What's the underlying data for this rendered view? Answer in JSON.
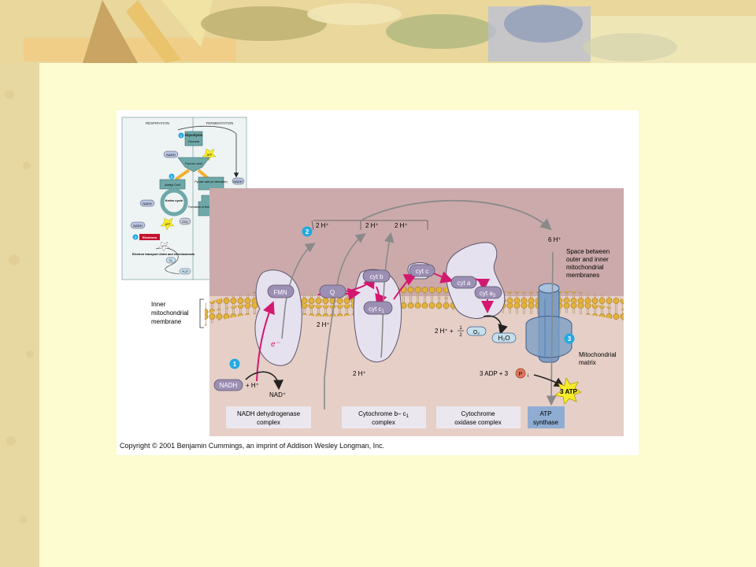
{
  "copyright": "Copyright © 2001 Benjamin Cummings, an imprint of Addison Wesley Longman, Inc.",
  "inset": {
    "respiration_label": "RESPIRATION",
    "fermentation_label": "FERMENTATION",
    "glycolysis": "Glycolysis",
    "glucose": "Glucose",
    "pyruvic_acid": "Pyruvic acid",
    "acetyl_coa": "Acetyl CoA",
    "krebs": "Krebs cycle",
    "pyruvic_derivative": "Pyruvic acid (or derivative)",
    "fermentation": "Fermentation",
    "formation": "Formation of fermentation end-products",
    "electrons": "Electrons",
    "etc": "Electron transport chain and chemiosmosis",
    "nadh": "NADH",
    "atp": "ATP",
    "co2": "CO₂",
    "o2": "O₂",
    "h2o": "H₂O",
    "step1": "1",
    "step2": "2",
    "step3": "3"
  },
  "main": {
    "step1": "1",
    "step2": "2",
    "step3": "3",
    "top_protons": [
      "2 H⁺",
      "2 H⁺",
      "2 H⁺"
    ],
    "six_h": "6 H⁺",
    "space_label": [
      "Space between",
      "outer and inner",
      "mitochondrial",
      "membranes"
    ],
    "inner_membrane_label": [
      "Inner",
      "mitochondrial",
      "membrane"
    ],
    "fmn": "FMN",
    "q": "Q",
    "cyt_b": "cyt b",
    "cyt_c1": "cyt c",
    "cyt_c1_sub": "1",
    "cyt_c": "cyt c",
    "cyt_a": "cyt a",
    "cyt_a3": "cyt a",
    "cyt_a3_sub": "3",
    "mid_2h": "2 H⁺",
    "low_2h": "2 H⁺",
    "oxygen_eq": "2 H⁺ +",
    "half_num": "1",
    "half_den": "2",
    "o2": "O₂",
    "h2o": "H₂O",
    "e_label": "e⁻",
    "nadh": "NADH",
    "plus_h": "+ H⁺",
    "nad": "NAD⁺",
    "adp_eq": "3 ADP + 3",
    "pi": "P",
    "pi_sub": "i",
    "atp3": "3 ATP",
    "matrix_label": [
      "Mitochondrial",
      "matrix"
    ],
    "complexes": [
      {
        "line1": "NADH dehydrogenase",
        "line2": "complex"
      },
      {
        "line1": "Cytochrome b– c",
        "line1_sub": "1",
        "line2": "complex"
      },
      {
        "line1": "Cytochrome",
        "line2": "oxidase complex"
      },
      {
        "line1": "ATP",
        "line2": "synthase"
      }
    ]
  },
  "colors": {
    "slide_bg": "#fdfbd0",
    "left_strip": "#e7d8a2",
    "panel": "#e6cfc7",
    "panel_top": "#ccaaab",
    "protein": "#e6e1ee",
    "protein_edge": "#5f5670",
    "cyt": "#9c8fb4",
    "pink": "#d4176f",
    "step_blue": "#24a9df",
    "atp_synthase": "#7d9fc6",
    "label_box": "#ebe7ee",
    "atp_box": "#8fadd2",
    "star": "#f6ec2c",
    "lipid_head": "#e3b23c"
  }
}
